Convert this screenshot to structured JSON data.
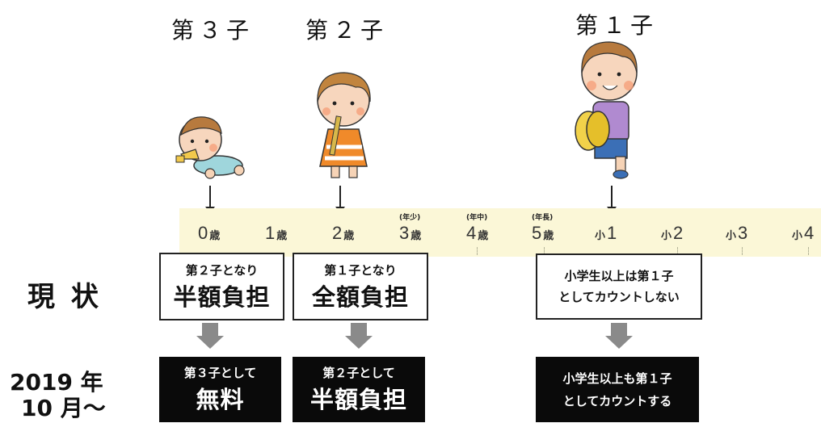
{
  "children": {
    "third": "第３子",
    "second": "第２子",
    "first": "第１子"
  },
  "icons": {
    "third": "crawling-baby-icon",
    "second": "toddler-flute-icon",
    "first": "child-cymbal-icon"
  },
  "timeline": {
    "ages": [
      {
        "num": "0",
        "unit": "歳",
        "note": ""
      },
      {
        "num": "1",
        "unit": "歳",
        "note": ""
      },
      {
        "num": "2",
        "unit": "歳",
        "note": ""
      },
      {
        "num": "3",
        "unit": "歳",
        "note": "(年少)"
      },
      {
        "num": "4",
        "unit": "歳",
        "note": "(年中)"
      },
      {
        "num": "5",
        "unit": "歳",
        "note": "(年長)"
      },
      {
        "num": "1",
        "pre": "小",
        "note": ""
      },
      {
        "num": "2",
        "pre": "小",
        "note": ""
      },
      {
        "num": "3",
        "pre": "小",
        "note": ""
      },
      {
        "num": "4",
        "pre": "小",
        "note": ""
      }
    ]
  },
  "rows": {
    "current": "現 状",
    "future_line1": "2019 年",
    "future_line2": "10 月〜"
  },
  "current_boxes": {
    "box1_small": "第２子となり",
    "box1_big": "半額負担",
    "box2_small": "第１子となり",
    "box2_big": "全額負担",
    "box3_line1": "小学生以上は第１子",
    "box3_line2": "としてカウントしない"
  },
  "future_boxes": {
    "box1_small": "第３子として",
    "box1_big": "無料",
    "box2_small": "第２子として",
    "box2_big": "半額負担",
    "box3_line1": "小学生以上も第１子",
    "box3_line2": "としてカウントする"
  },
  "colors": {
    "timeline_band": "#fbf7d7",
    "future_box": "#0a0a0a",
    "transition_arrow": "#8a8a8a"
  }
}
